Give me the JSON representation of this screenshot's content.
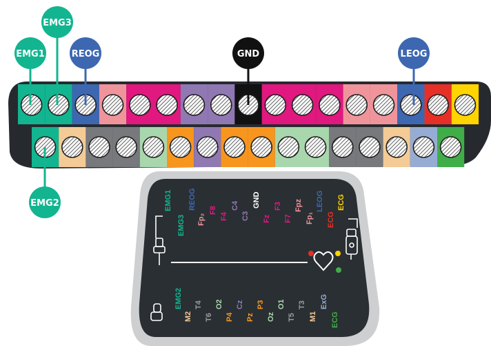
{
  "colors": {
    "emg": "#12b590",
    "reog": "#3d67b1",
    "gnd": "#111111",
    "pink": "#f0949c",
    "magenta": "#e0187f",
    "purple": "#9078b3",
    "red": "#e63027",
    "yellow": "#ffd400",
    "grey": "#77797c",
    "sand": "#f4cb96",
    "mint": "#a9d7ad",
    "orange": "#f7961f",
    "lightblue": "#97acd3",
    "green": "#3fae49",
    "body": "#262a2e",
    "panel": "#2a2f33",
    "bezel": "#cdcfd1"
  },
  "connector": {
    "top_row": [
      "emg",
      "emg",
      "reog",
      "pink",
      "magenta",
      "magenta",
      "purple",
      "purple",
      "gnd",
      "magenta",
      "magenta",
      "magenta",
      "pink",
      "pink",
      "reog",
      "red",
      "yellow"
    ],
    "bottom_row": [
      "emg",
      "sand",
      "grey",
      "grey",
      "mint",
      "orange",
      "purple",
      "orange",
      "orange",
      "mint",
      "mint",
      "grey",
      "grey",
      "sand",
      "lightblue",
      "green"
    ]
  },
  "callouts": {
    "emg1": "EMG1",
    "emg3": "EMG3",
    "reog": "REOG",
    "gnd": "GND",
    "leog": "LEOG",
    "emg2": "EMG2"
  },
  "device": {
    "top_labels": {
      "emg1": "EMG1",
      "emg3": "EMG3",
      "reog": "REOG",
      "fp2": "Fp₂",
      "f8": "F8",
      "f4": "F4",
      "c4": "C4",
      "c3": "C3",
      "gnd": "GND",
      "fz": "Fz",
      "f3": "F3",
      "f7": "F7",
      "fpz": "Fpz",
      "fp1": "Fp₁",
      "leog": "LEOG",
      "ecg_red": "ECG",
      "ecg_yellow": "ECG"
    },
    "bottom_labels": {
      "emg2": "EMG2",
      "m2": "M2",
      "t4": "T4",
      "t6": "T6",
      "o2": "O2",
      "p4": "P4",
      "cz": "Cz",
      "pz": "Pz",
      "p3": "P3",
      "oz": "Oz",
      "o1": "O1",
      "t5": "T5",
      "t3": "T3",
      "m1": "M1",
      "exg": "ExG",
      "ecg": "ECG"
    }
  }
}
